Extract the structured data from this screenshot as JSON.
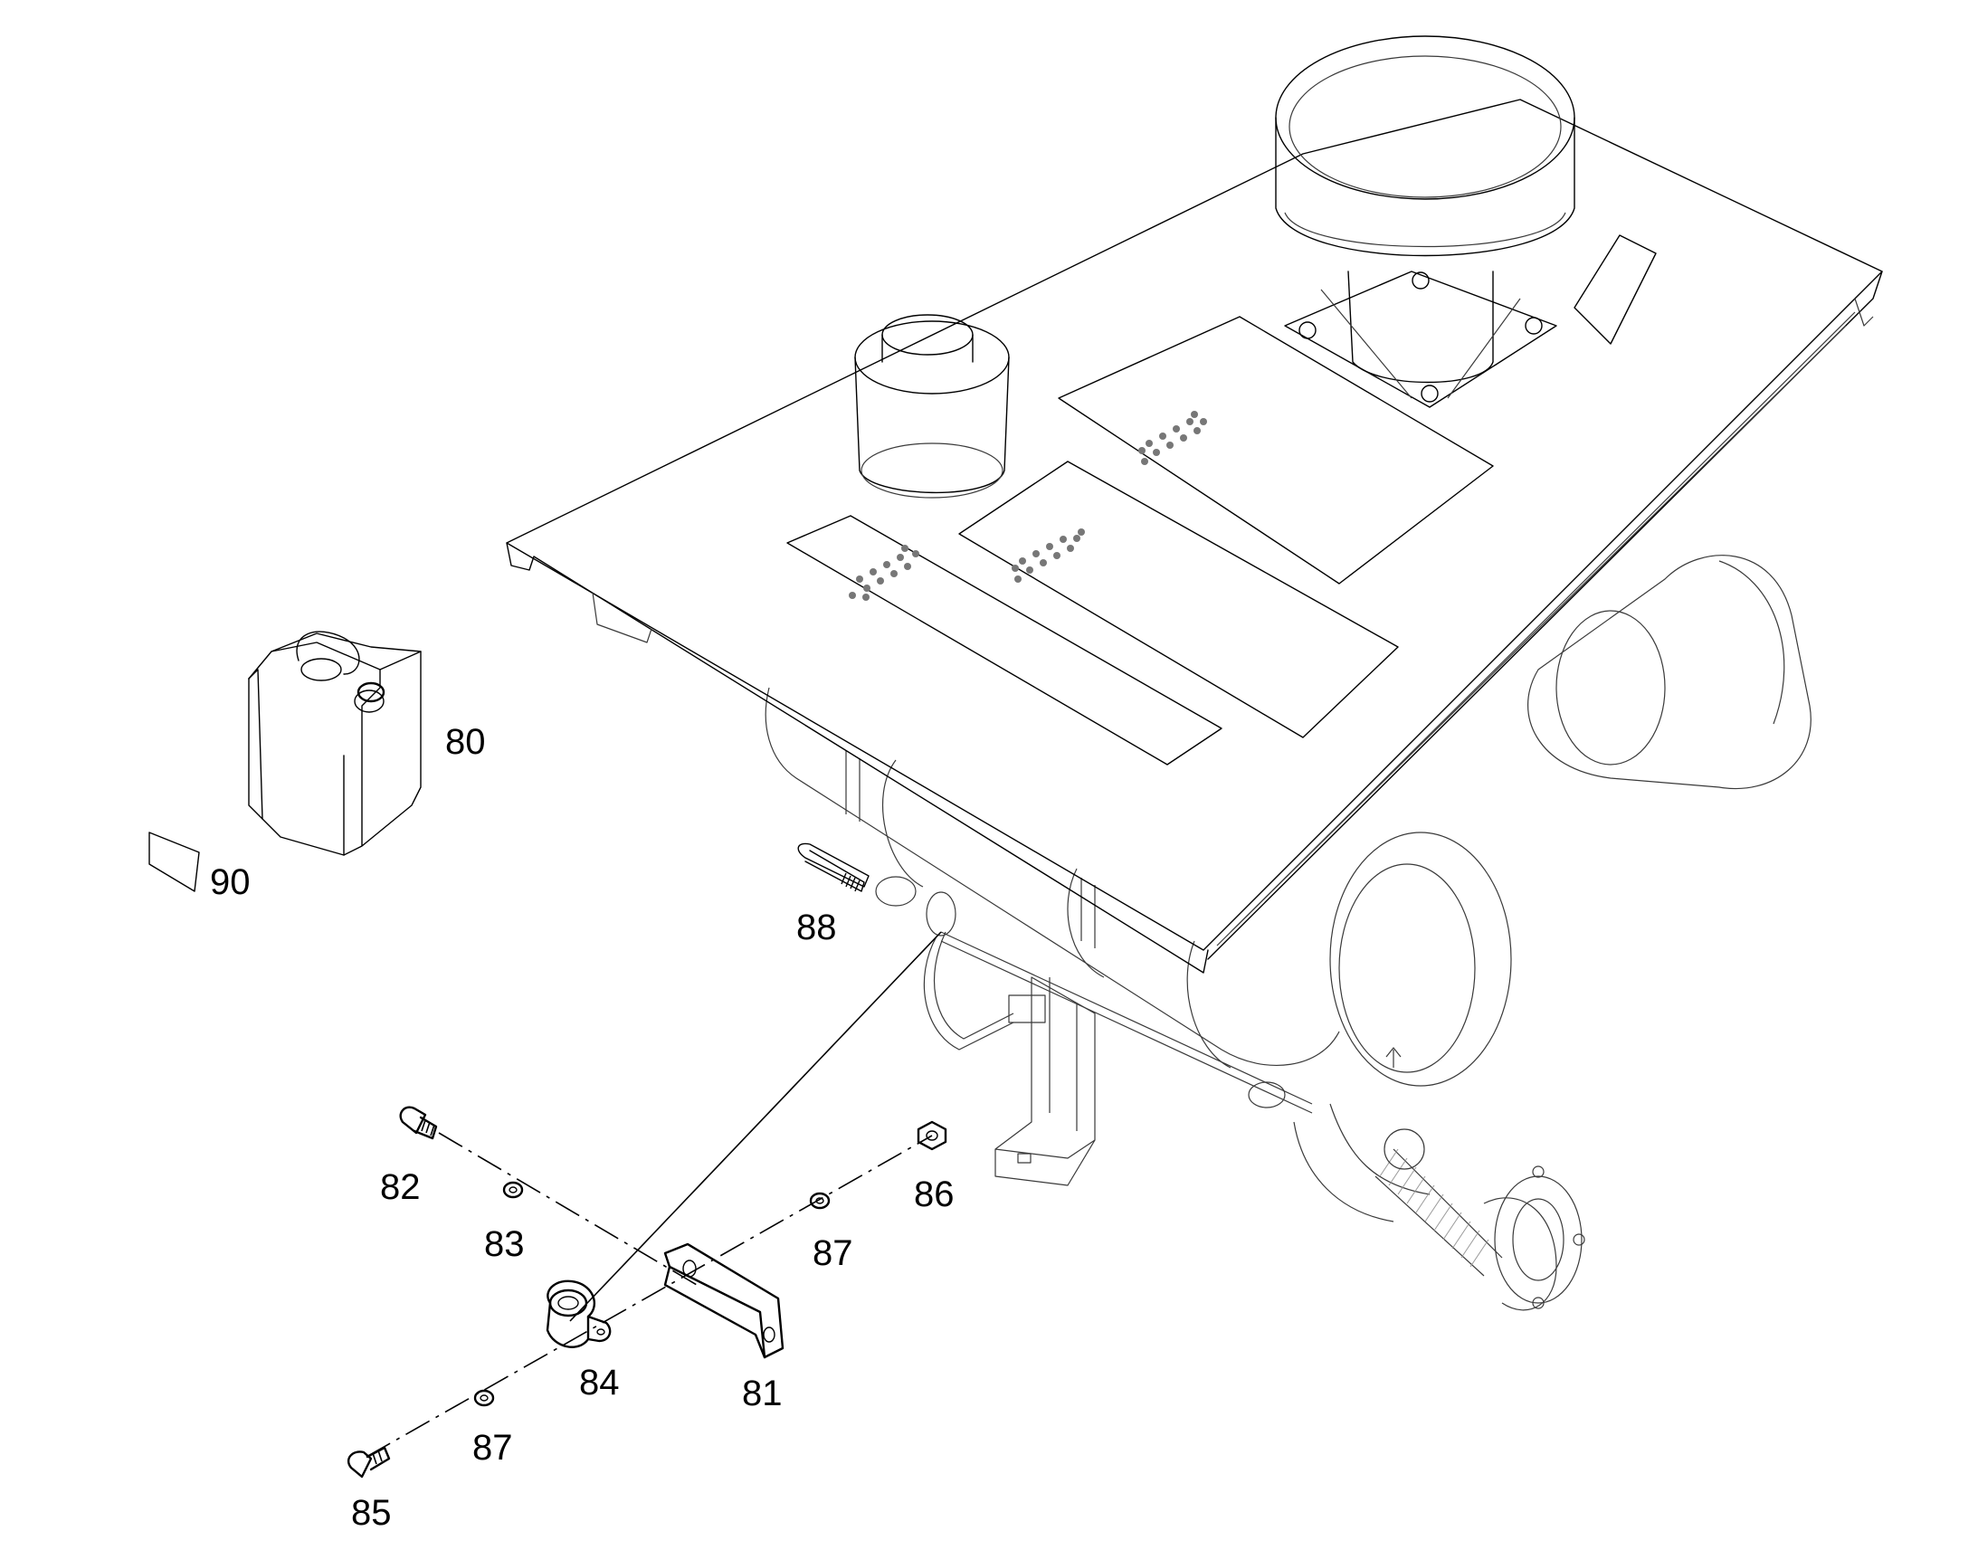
{
  "callouts": [
    {
      "id": "80",
      "text": "80"
    },
    {
      "id": "81",
      "text": "81"
    },
    {
      "id": "82",
      "text": "82"
    },
    {
      "id": "83",
      "text": "83"
    },
    {
      "id": "84",
      "text": "84"
    },
    {
      "id": "85",
      "text": "85"
    },
    {
      "id": "86",
      "text": "86"
    },
    {
      "id": "87a",
      "text": "87"
    },
    {
      "id": "87b",
      "text": "87"
    },
    {
      "id": "88",
      "text": "88"
    },
    {
      "id": "90",
      "text": "90"
    }
  ]
}
